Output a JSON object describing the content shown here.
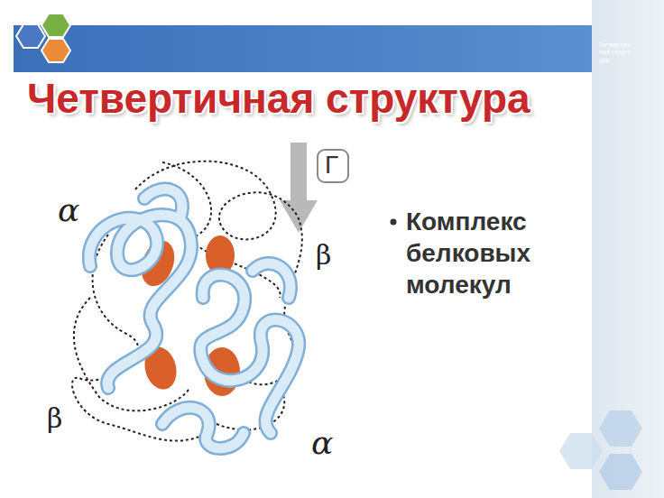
{
  "diagram": {
    "title": "Четвертичная структура",
    "labels": [
      "Комплекс белковых молекул",
      "α",
      "β",
      "β",
      "α",
      "Г",
      "Четвертичная структура"
    ]
  }
}
